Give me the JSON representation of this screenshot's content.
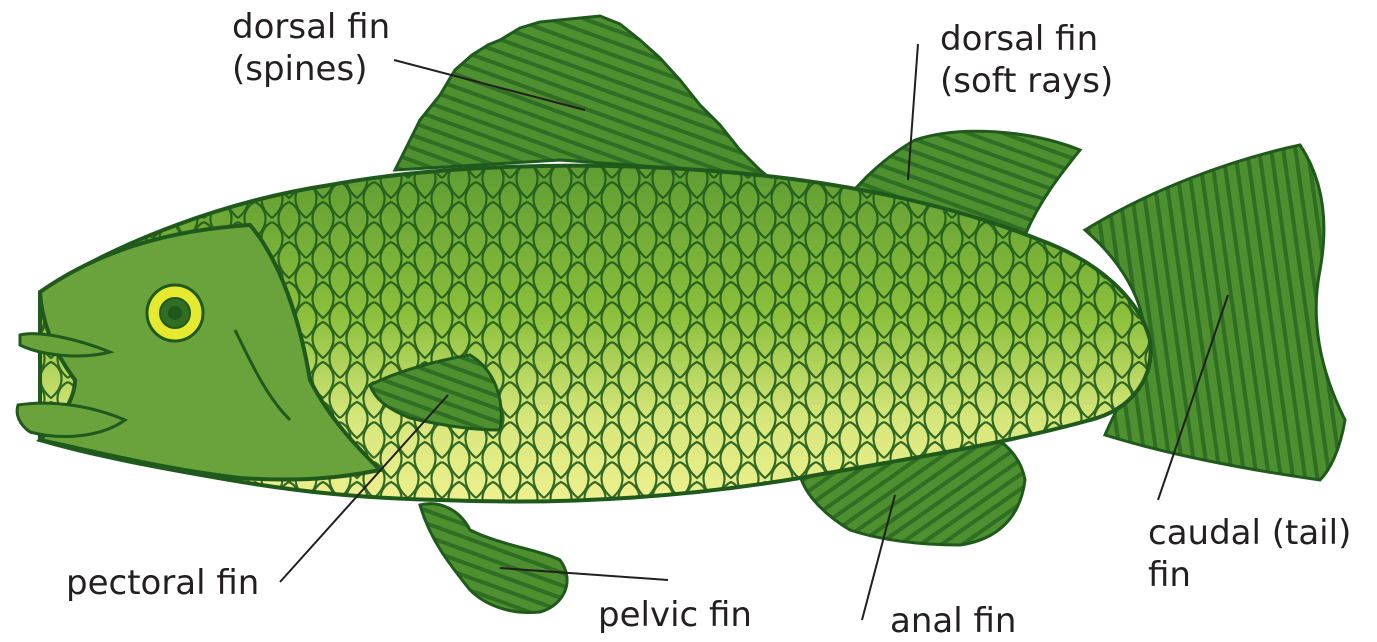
{
  "labels": {
    "dorsal_spines": "dorsal fin\n(spines)",
    "dorsal_soft": "dorsal fin\n(soft rays)",
    "caudal": "caudal (tail)\nfin",
    "pectoral": "pectoral fin",
    "pelvic": "pelvic fin",
    "anal": "anal fin"
  },
  "colors": {
    "outline": "#1f5a1c",
    "fin": "#4e8f2f",
    "fin_dark": "#2f6e23",
    "head": "#6aa33c",
    "back_scale": "#6ea83a",
    "mid_scale": "#93c43e",
    "belly_scale": "#e9ee86",
    "eye": "#e6ea2e",
    "pupil": "#2f6e23",
    "leader_line": "#231f20"
  }
}
